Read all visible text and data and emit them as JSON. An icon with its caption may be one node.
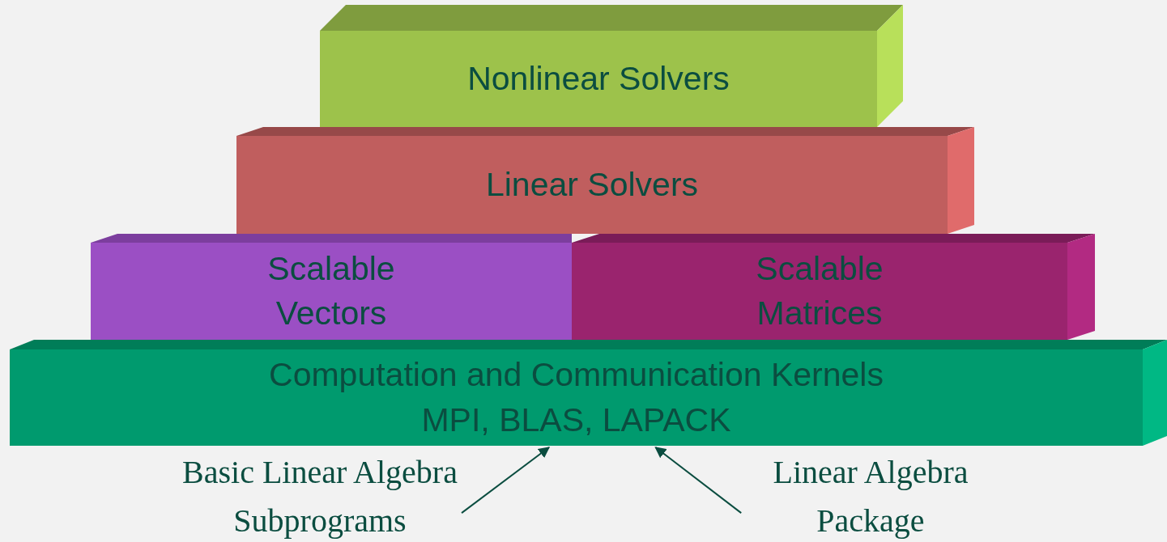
{
  "diagram": {
    "nodes": [
      {
        "text": [
          "Nonlinear Solvers"
        ]
      },
      {
        "text": [
          "Linear Solvers"
        ]
      },
      {
        "text": [
          "Scalable Vectors"
        ]
      },
      {
        "text": [
          "Scalable Matrices"
        ]
      },
      {
        "text": [
          "Computation and Communication Kernels",
          "MPI, BLAS, LAPACK"
        ]
      },
      {
        "text": [
          "Basic Linear Algebra Subprograms"
        ]
      },
      {
        "text": [
          "Linear Algebra Package"
        ]
      }
    ],
    "edges": [
      {
        "from": 5,
        "to": 4,
        "arrow": "to"
      },
      {
        "from": 6,
        "to": 4,
        "arrow": "to"
      }
    ]
  }
}
